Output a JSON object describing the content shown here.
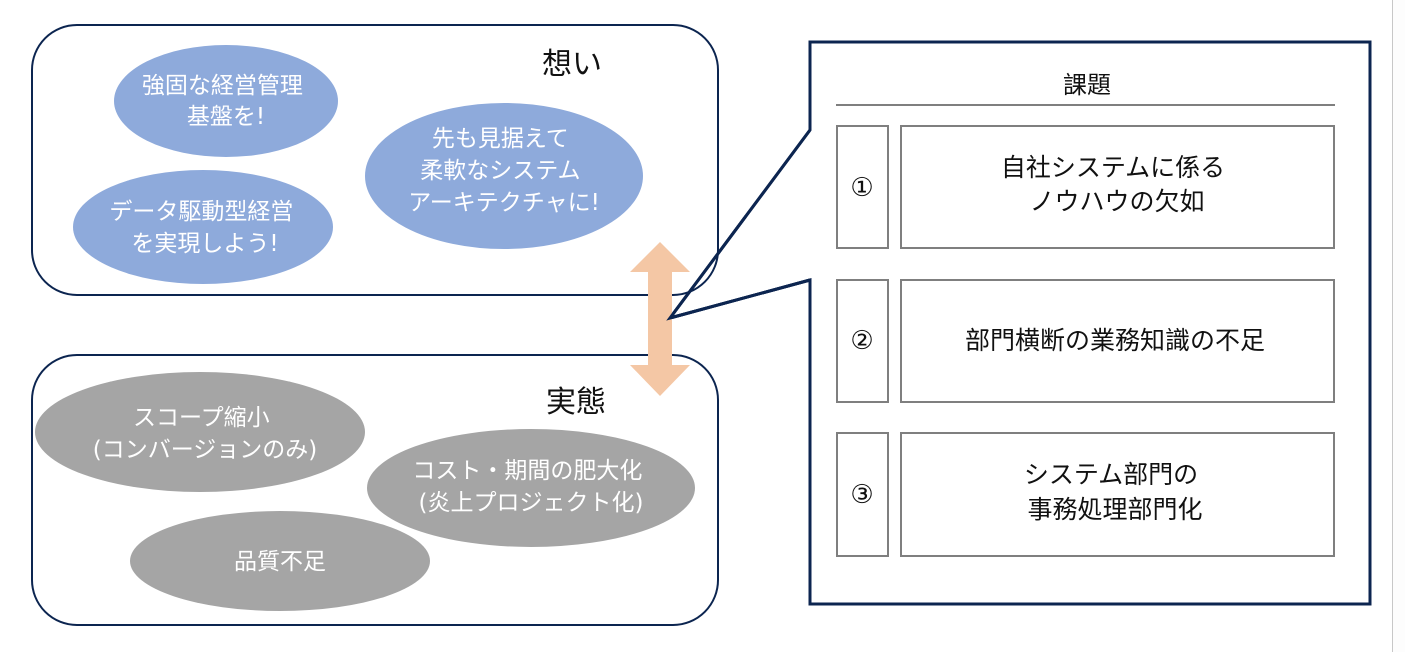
{
  "colors": {
    "frame_navy": "#0c2550",
    "aspiration_ellipse": "#8eaadb",
    "reality_ellipse": "#a5a5a5",
    "arrow_peach": "#f4c7a5",
    "issue_border": "#7f7f7f",
    "text_dark": "#111111",
    "text_light": "#ffffff"
  },
  "aspiration": {
    "title": "想い",
    "bubbles": [
      {
        "lines": [
          "強固な経営管理",
          "基盤を!"
        ]
      },
      {
        "lines": [
          "先も見据えて",
          "柔軟なシステム",
          "アーキテクチャに!"
        ]
      },
      {
        "lines": [
          "データ駆動型経営",
          "を実現しよう!"
        ]
      }
    ]
  },
  "reality": {
    "title": "実態",
    "bubbles": [
      {
        "lines": [
          "スコープ縮小",
          "(コンバージョンのみ)"
        ]
      },
      {
        "lines": [
          "コスト・期間の肥大化",
          "(炎上プロジェクト化)"
        ]
      },
      {
        "lines": [
          "品質不足"
        ]
      }
    ]
  },
  "gap_arrow": {
    "icon": "double-arrow-vertical-icon"
  },
  "issues": {
    "title": "課題",
    "items": [
      {
        "number": "①",
        "lines": [
          "自社システムに係る",
          "ノウハウの欠如"
        ]
      },
      {
        "number": "②",
        "lines": [
          "部門横断の業務知識の不足"
        ]
      },
      {
        "number": "③",
        "lines": [
          "システム部門の",
          "事務処理部門化"
        ]
      }
    ]
  }
}
